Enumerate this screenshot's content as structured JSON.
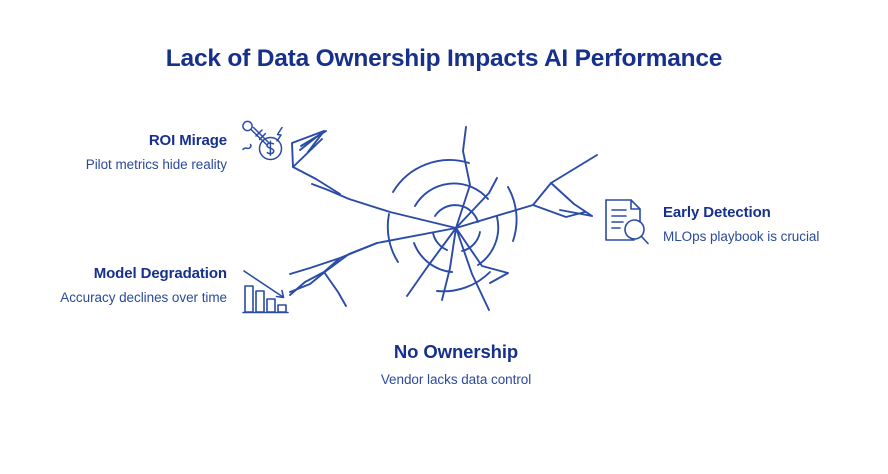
{
  "page": {
    "title": "Lack of Data Ownership Impacts AI Performance",
    "background_color": "#ffffff",
    "heading_color": "#16308C",
    "body_color": "#2B4A9B",
    "crack_color": "#2A4BA8"
  },
  "central_graphic": {
    "name": "shattered-glass",
    "impact_point": "456,228"
  },
  "callouts": [
    {
      "id": "roi-mirage",
      "heading": "ROI Mirage",
      "sub": "Pilot metrics hide reality",
      "icon": "dollar-magnifier-lightning-icon",
      "align": "right"
    },
    {
      "id": "model-degradation",
      "heading": "Model Degradation",
      "sub": "Accuracy declines over time",
      "icon": "declining-bar-chart-icon",
      "align": "right"
    },
    {
      "id": "early-detection",
      "heading": "Early Detection",
      "sub": "MLOps playbook is crucial",
      "icon": "document-magnifier-icon",
      "align": "left"
    },
    {
      "id": "no-ownership",
      "heading": "No Ownership",
      "sub": "Vendor lacks data control",
      "icon": "",
      "align": "center"
    }
  ]
}
